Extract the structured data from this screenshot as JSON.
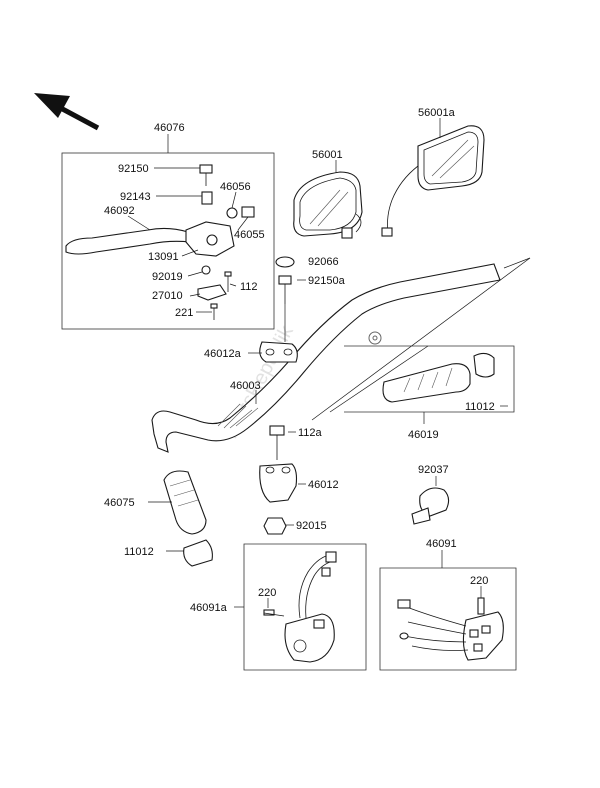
{
  "labels": {
    "l46076": "46076",
    "l92150": "92150",
    "l92143": "92143",
    "l46056": "46056",
    "l46092": "46092",
    "l46055": "46055",
    "l13091": "13091",
    "l92019": "92019",
    "l27010": "27010",
    "l112": "112",
    "l221": "221",
    "l56001": "56001",
    "l56001a": "56001a",
    "l92066": "92066",
    "l92150a": "92150a",
    "l46012a": "46012a",
    "l46003": "46003",
    "l11012r": "11012",
    "l46019": "46019",
    "l112a": "112a",
    "l46012": "46012",
    "l46075": "46075",
    "l92015": "92015",
    "l11012l": "11012",
    "l92037": "92037",
    "l46091": "46091",
    "l220r": "220",
    "l220l": "220",
    "l46091a": "46091a"
  },
  "watermark": "PartsRepublik"
}
